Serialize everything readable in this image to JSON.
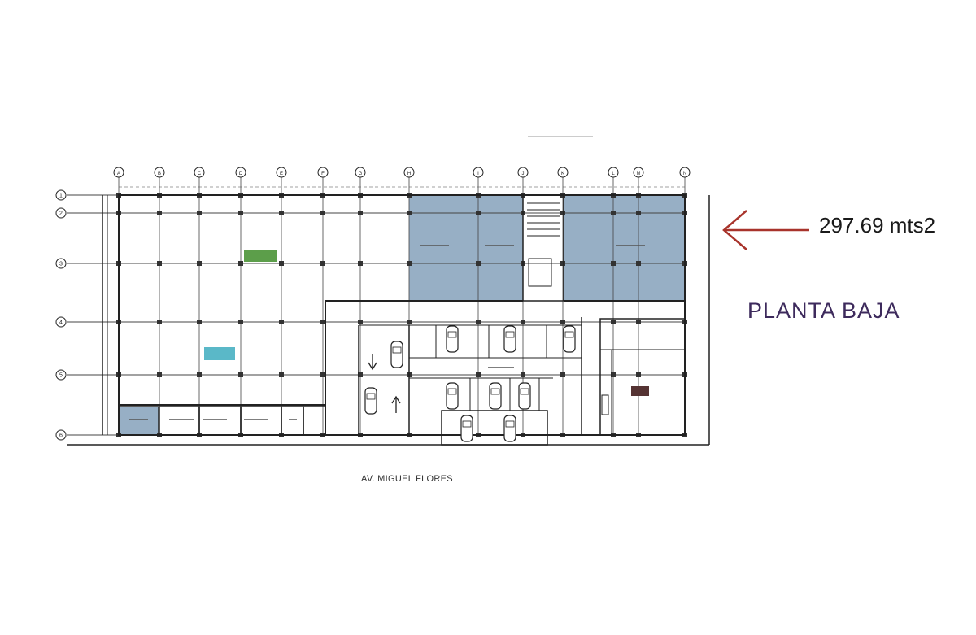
{
  "area_callout": {
    "text": "297.69 mts2",
    "arrow_color": "#a8332b",
    "arrow_icon": "left-arrow-icon"
  },
  "level": {
    "title": "PLANTA BAJA",
    "color": "#3d2a5c"
  },
  "street": {
    "label": "AV. MIGUEL FLORES"
  },
  "colors": {
    "highlight": "#8ea8c0",
    "line": "#222222",
    "grid": "#444444",
    "thumb_green": "#5c9e4a",
    "thumb_teal": "#5ab8c8",
    "thumb_dark": "#553333"
  },
  "grid_axes": {
    "columns": [
      "A",
      "B",
      "C",
      "D",
      "E",
      "F",
      "G",
      "H",
      "I",
      "J",
      "K",
      "L",
      "M",
      "N"
    ],
    "rows": [
      "1",
      "2",
      "3",
      "4",
      "5",
      "6"
    ]
  }
}
